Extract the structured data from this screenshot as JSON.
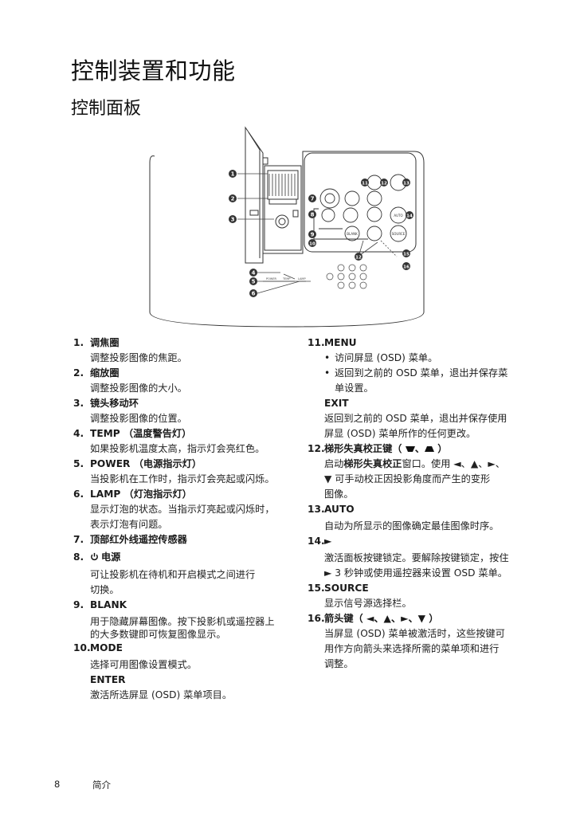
{
  "heading": "控制装置和功能",
  "subheading": "控制面板",
  "diagram": {
    "callouts": [
      "1",
      "2",
      "3",
      "4",
      "5",
      "6",
      "7",
      "8",
      "9",
      "10",
      "11",
      "12",
      "13",
      "14",
      "15",
      "16"
    ],
    "btn_auto": "AUTO",
    "btn_blank": "BLANK",
    "btn_source": "SOURCE"
  },
  "left_items": [
    {
      "num": "1.",
      "title": "调焦圈",
      "desc": [
        "调整投影图像的焦距。"
      ]
    },
    {
      "num": "2.",
      "title": "缩放圈",
      "desc": [
        "调整投影图像的大小。"
      ]
    },
    {
      "num": "3.",
      "title": "镜头移动环",
      "desc": [
        "调整投影图像的位置。"
      ]
    },
    {
      "num": "4.",
      "title": "TEMP （温度警告灯）",
      "desc": [
        "如果投影机温度太高，指示灯会亮红色。"
      ]
    },
    {
      "num": "5.",
      "title": "POWER （电源指示灯）",
      "desc": [
        "当投影机在工作时，指示灯会亮起或闪烁。"
      ]
    },
    {
      "num": "6.",
      "title": "LAMP （灯泡指示灯）",
      "desc": [
        "显示灯泡的状态。当指示灯亮起或闪烁时，",
        "表示灯泡有问题。"
      ]
    },
    {
      "num": "7.",
      "title": "顶部红外线遥控传感器",
      "desc": []
    },
    {
      "num": "8.",
      "title": "电源",
      "desc": [
        "可让投影机在待机和开启模式之间进行",
        "切换。"
      ]
    },
    {
      "num": "9.",
      "title": "BLANK",
      "desc": [
        "用于隐藏屏幕图像。按下投影机或遥控器上",
        "的大多数键即可恢复图像显示。"
      ]
    },
    {
      "num": "10.",
      "title": "MODE",
      "desc": [
        "选择可用图像设置模式。"
      ],
      "sub": "ENTER",
      "sub_desc": [
        "激活所选屏显 (OSD) 菜单项目。"
      ]
    }
  ],
  "right_items": {
    "menu": {
      "num": "11.",
      "title": "MENU",
      "bullets": [
        "访问屏显 (OSD) 菜单。",
        "返回到之前的 OSD 菜单，退出并保存菜",
        "单设置。"
      ],
      "sub": "EXIT",
      "sub_desc": [
        "返回到之前的 OSD 菜单，退出并保存使用",
        "屏显 (OSD) 菜单所作的任何更改。"
      ]
    },
    "keystone": {
      "num": "12.",
      "title": "梯形失真校正键（",
      "title_sep": "、",
      "title_end": "）",
      "desc_pre": "启动",
      "desc_bold": "梯形失真校正",
      "desc_post": "窗口。使用 ◄、▲、►、",
      "desc2": "▼ 可手动校正因投影角度而产生的变形",
      "desc3": "图像。"
    },
    "auto": {
      "num": "13.",
      "title": "AUTO",
      "desc": [
        "自动为所显示的图像确定最佳图像时序。"
      ]
    },
    "lock": {
      "num": "14.",
      "title": "►",
      "desc": [
        "激活面板按键锁定。要解除按键锁定，按住",
        "► 3 秒钟或使用遥控器来设置 OSD 菜单。"
      ]
    },
    "source": {
      "num": "15.",
      "title": "SOURCE",
      "desc": [
        "显示信号源选择栏。"
      ]
    },
    "arrows": {
      "num": "16.",
      "title": "箭头键（ ◄、▲、►、▼ ）",
      "desc": [
        "当屏显 (OSD) 菜单被激活时，这些按键可",
        "用作方向箭头来选择所需的菜单项和进行",
        "调整。"
      ]
    }
  },
  "footer": {
    "page": "8",
    "section": "简介"
  }
}
